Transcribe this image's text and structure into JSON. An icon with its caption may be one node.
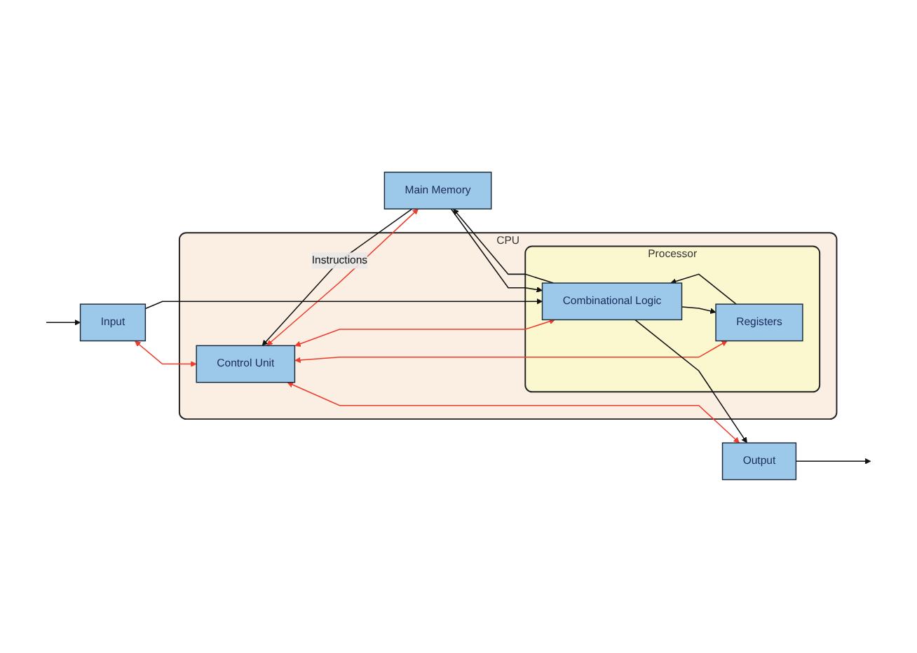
{
  "diagram": {
    "nodes": [
      {
        "text": [
          "CPU"
        ]
      },
      {
        "text": [
          "Control Unit"
        ],
        "in": 0
      },
      {
        "text": [
          "Processor"
        ],
        "in": 0
      },
      {
        "text": [
          "Registers"
        ],
        "in": 2
      },
      {
        "text": [
          "Combinational Logic"
        ],
        "in": 2
      },
      {
        "text": [
          "Input"
        ]
      },
      {
        "text": [
          "Output"
        ]
      },
      {
        "text": [
          "Main Memory"
        ]
      }
    ],
    "edges": [
      {
        "from": null,
        "to": 5,
        "arrow": "to"
      },
      {
        "from": 5,
        "to": 1,
        "arrow": "both",
        "color": "#f03a2a"
      },
      {
        "from": 1,
        "to": 7,
        "arrow": "both",
        "color": "#f03a2a"
      },
      {
        "from": 1,
        "to": 4,
        "arrow": "both",
        "color": "#f03a2a"
      },
      {
        "from": 1,
        "to": 3,
        "arrow": "both",
        "color": "#f03a2a"
      },
      {
        "from": 1,
        "to": 6,
        "arrow": "both",
        "color": "#f03a2a"
      },
      {
        "from": 5,
        "to": 4,
        "arrow": "to"
      },
      {
        "from": 3,
        "to": 4,
        "arrow": "to"
      },
      {
        "from": 4,
        "to": 3,
        "arrow": "to"
      },
      {
        "from": 4,
        "to": 6,
        "arrow": "to"
      },
      {
        "from": 6,
        "to": null,
        "arrow": "to"
      },
      {
        "from": 7,
        "to": 4,
        "arrow": "to"
      },
      {
        "from": 4,
        "to": 7,
        "arrow": "to"
      },
      {
        "from": 7,
        "to": 1,
        "arrow": "to",
        "label": "Instructions"
      }
    ]
  }
}
